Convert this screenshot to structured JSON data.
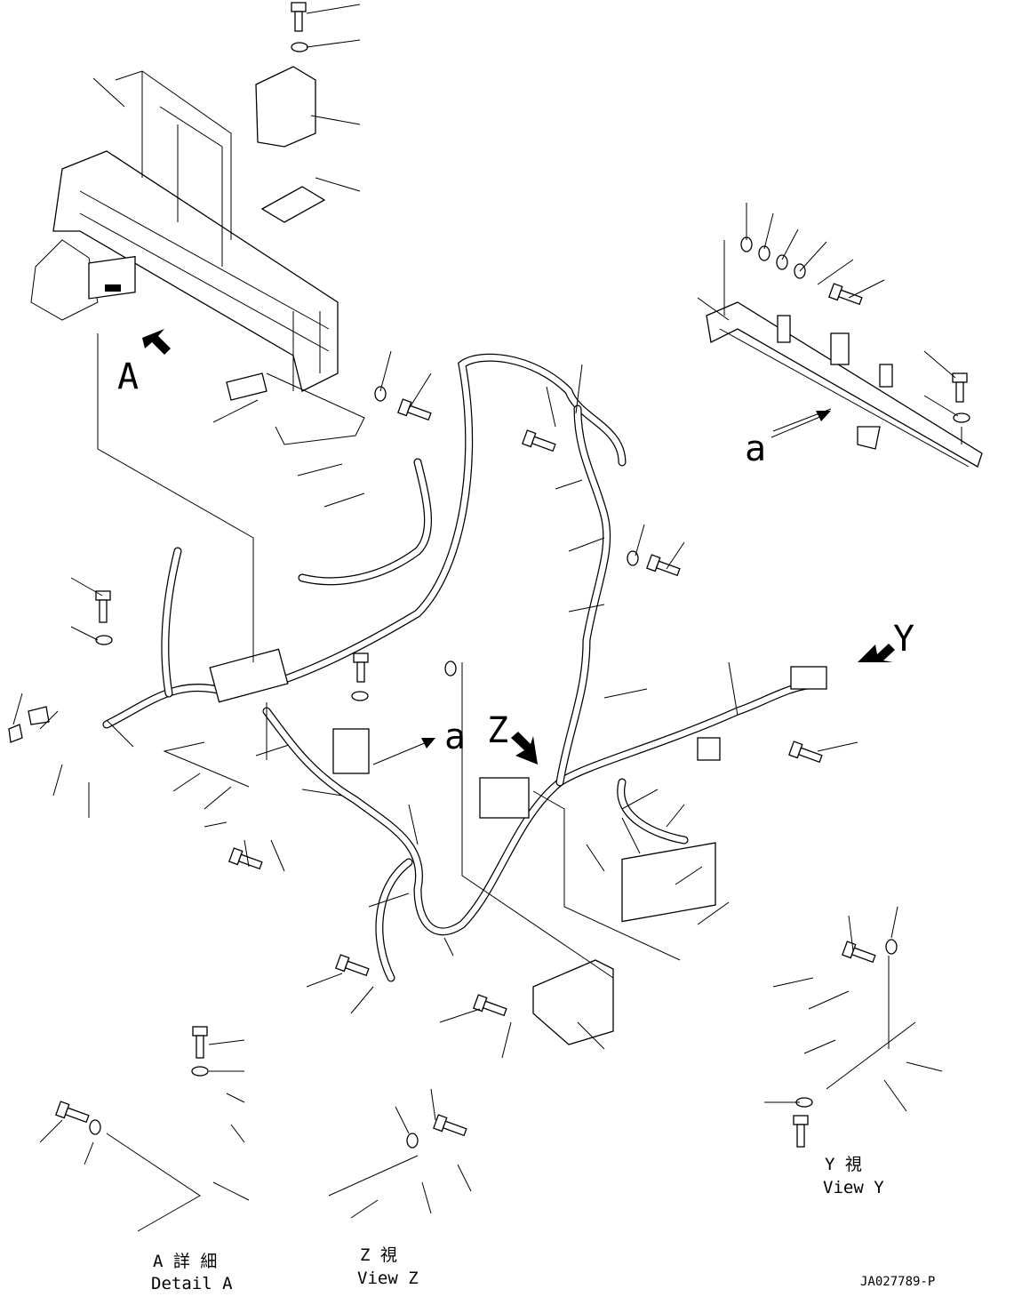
{
  "diagram": {
    "labels": {
      "detail_arrow": "A",
      "section_a_right": "a",
      "section_a_center": "a",
      "view_y_arrow": "Y",
      "view_z_arrow": "Z"
    },
    "captions": {
      "detail_a_jp": "A 詳 細",
      "detail_a_en": "Detail A",
      "view_z_jp": "Z  視",
      "view_z_en": "View Z",
      "view_y_jp": "Y  視",
      "view_y_en": "View Y"
    },
    "drawing_number": "JA027789-P"
  }
}
